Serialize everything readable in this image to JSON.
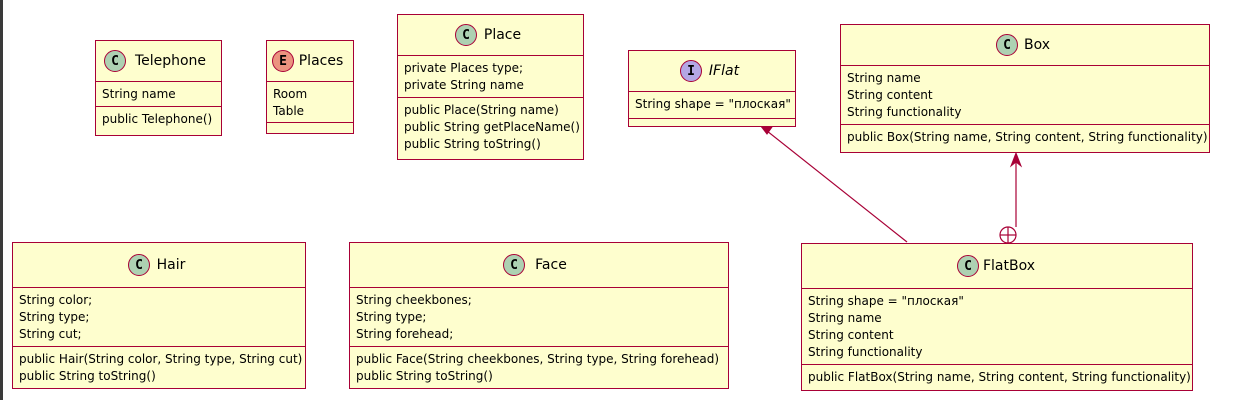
{
  "classes": {
    "telephone": {
      "name": "Telephone",
      "stereotype": "C",
      "fields": [
        "String name"
      ],
      "methods": [
        "public Telephone()"
      ]
    },
    "places": {
      "name": "Places",
      "stereotype": "E",
      "values": [
        "Room",
        "Table"
      ]
    },
    "place": {
      "name": "Place",
      "stereotype": "C",
      "fields": [
        "private Places type;",
        "private String name"
      ],
      "methods": [
        "public Place(String name)",
        "public String getPlaceName()",
        "public String toString()"
      ]
    },
    "iflat": {
      "name": "IFlat",
      "stereotype": "I",
      "fields": [
        "String shape = \"плоская\""
      ]
    },
    "box": {
      "name": "Box",
      "stereotype": "C",
      "fields": [
        "String name",
        "String content",
        "String functionality"
      ],
      "methods": [
        "public Box(String name, String content, String functionality)"
      ]
    },
    "hair": {
      "name": "Hair",
      "stereotype": "C",
      "fields": [
        "String color;",
        "String type;",
        "String cut;"
      ],
      "methods": [
        "public Hair(String color, String type, String cut)",
        "public String toString()"
      ]
    },
    "face": {
      "name": "Face",
      "stereotype": "C",
      "fields": [
        "String cheekbones;",
        "String type;",
        "String forehead;"
      ],
      "methods": [
        "public Face(String cheekbones, String type, String forehead)",
        "public String toString()"
      ]
    },
    "flatbox": {
      "name": "FlatBox",
      "stereotype": "C",
      "fields": [
        "String shape = \"плоская\"",
        "String name",
        "String content",
        "String functionality"
      ],
      "methods": [
        "public FlatBox(String name, String content, String functionality)"
      ]
    }
  },
  "relations": [
    {
      "from": "FlatBox",
      "to": "IFlat",
      "type": "arrow"
    },
    {
      "from": "FlatBox",
      "to": "Box",
      "type": "nested-arrow"
    }
  ],
  "colors": {
    "class_fill": "#FEFECE",
    "border": "#A80036",
    "class_badge": "#ADD1B2",
    "enum_badge": "#EB937F",
    "interface_badge": "#B4A7E5"
  }
}
